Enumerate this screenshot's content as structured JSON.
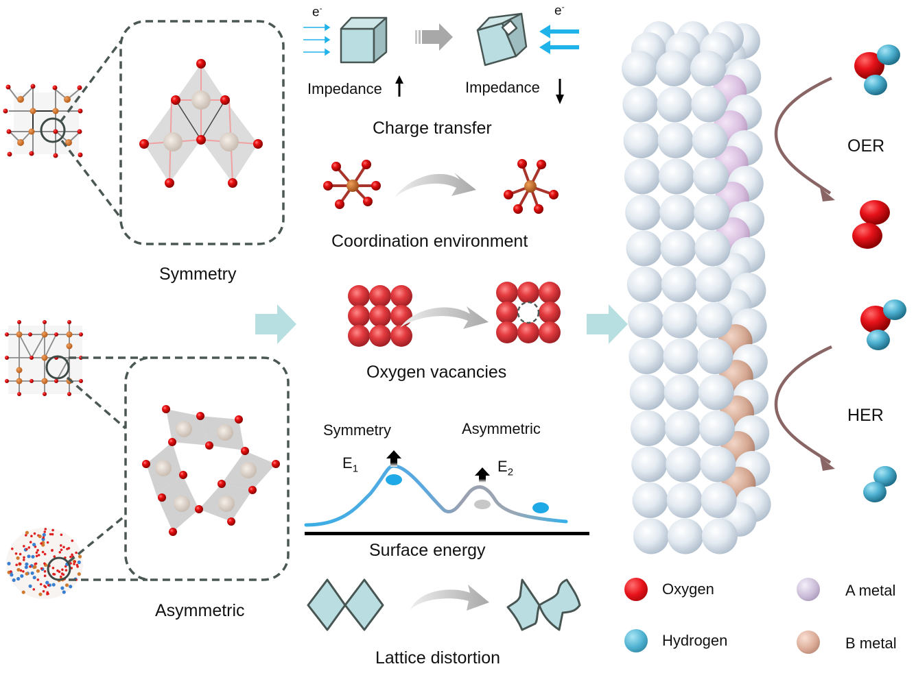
{
  "figure": {
    "left_panel": {
      "symmetry_label": "Symmetry",
      "asymmetric_label": "Asymmetric"
    },
    "middle_panel": {
      "charge_transfer": {
        "title": "Charge transfer",
        "electron_left": "e",
        "electron_right": "e",
        "electron_sup": "-",
        "impedance_left": "Impedance",
        "impedance_left_direction": "up",
        "impedance_right": "Impedance",
        "impedance_right_direction": "down"
      },
      "coordination": {
        "title": "Coordination environment"
      },
      "oxygen_vacancies": {
        "title": "Oxygen vacancies"
      },
      "surface_energy": {
        "title": "Surface energy",
        "symmetry_label": "Symmetry",
        "asymmetric_label": "Asymmetric",
        "e1_label": "E",
        "e1_sub": "1",
        "e2_label": "E",
        "e2_sub": "2"
      },
      "lattice_distortion": {
        "title": "Lattice distortion"
      }
    },
    "right_panel": {
      "oer_label": "OER",
      "her_label": "HER"
    },
    "legend": [
      {
        "label": "Oxygen",
        "color": "#e8131b"
      },
      {
        "label": "Hydrogen",
        "color": "#4fb2d1"
      },
      {
        "label": "A metal",
        "color": "#c8b9d6"
      },
      {
        "label": "B metal",
        "color": "#d9a894"
      }
    ],
    "colors": {
      "oxygen": "#e8131b",
      "hydrogen": "#4fb2d1",
      "a_metal": "#d9bfe0",
      "b_metal": "#d4a892",
      "lattice_atom": "#dfe6ee",
      "cube_fill": "#b9dde0",
      "flow_arrow": "#b7dfe1",
      "reaction_arrow": "#8a6565",
      "electron_arrow": "#1fb3ea",
      "dash_border": "#4a5753"
    }
  }
}
